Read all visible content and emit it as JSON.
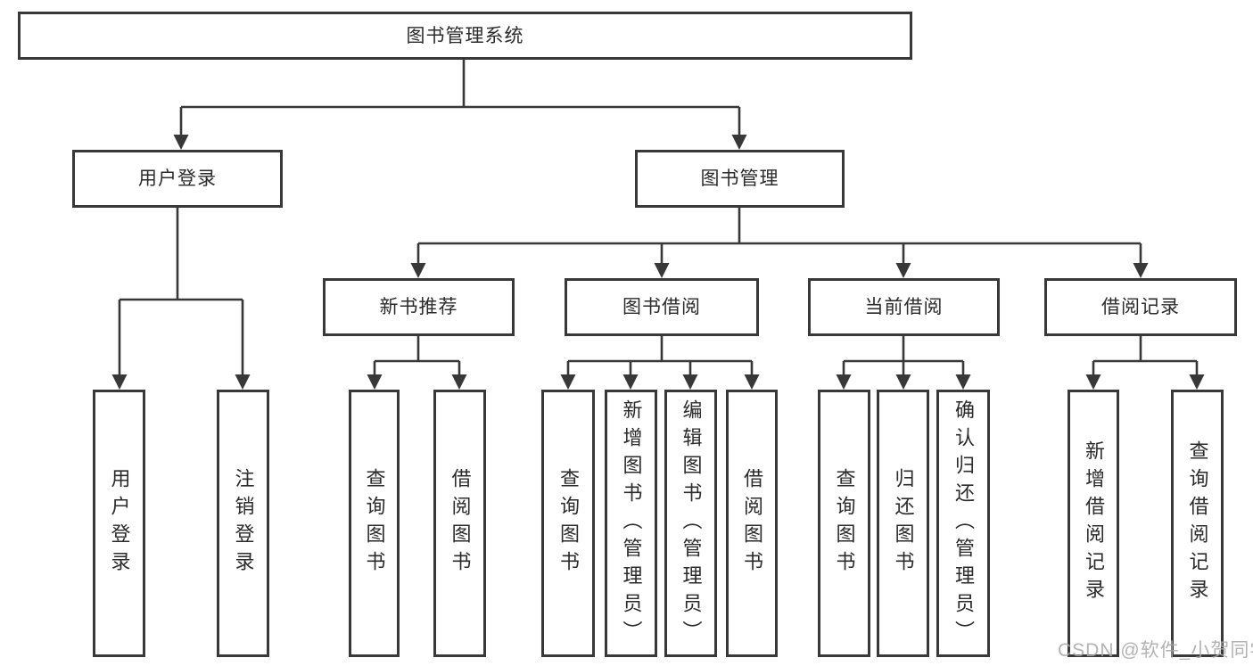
{
  "diagram": {
    "watermark": "CSDN @软件_小贺同学",
    "colors": {
      "line": "#383838",
      "box_border": "#383838",
      "text": "#2b2b2b",
      "watermark": "#a8a8a8",
      "background": "#ffffff"
    },
    "nodes": {
      "root": "图书管理系统",
      "user_login": "用户登录",
      "book_mgmt": "图书管理",
      "new_book_rec": "新书推荐",
      "book_borrow": "图书借阅",
      "current_borrow": "当前借阅",
      "borrow_records": "借阅记录",
      "ul_login": "用户登录",
      "ul_logout": "注销登录",
      "nbr_query": "查询图书",
      "nbr_borrow": "借阅图书",
      "bb_query": "查询图书",
      "bb_add": "新增图书（管理员）",
      "bb_edit": "编辑图书（管理员）",
      "bb_borrow": "借阅图书",
      "cb_query": "查询图书",
      "cb_return": "归还图书",
      "cb_confirm": "确认归还（管理员）",
      "br_add": "新增借阅记录",
      "br_query": "查询借阅记录"
    },
    "tree": {
      "label": "图书管理系统",
      "children": [
        {
          "label": "用户登录",
          "children": [
            {
              "label": "用户登录"
            },
            {
              "label": "注销登录"
            }
          ]
        },
        {
          "label": "图书管理",
          "children": [
            {
              "label": "新书推荐",
              "children": [
                {
                  "label": "查询图书"
                },
                {
                  "label": "借阅图书"
                }
              ]
            },
            {
              "label": "图书借阅",
              "children": [
                {
                  "label": "查询图书"
                },
                {
                  "label": "新增图书（管理员）"
                },
                {
                  "label": "编辑图书（管理员）"
                },
                {
                  "label": "借阅图书"
                }
              ]
            },
            {
              "label": "当前借阅",
              "children": [
                {
                  "label": "查询图书"
                },
                {
                  "label": "归还图书"
                },
                {
                  "label": "确认归还（管理员）"
                }
              ]
            },
            {
              "label": "借阅记录",
              "children": [
                {
                  "label": "新增借阅记录"
                },
                {
                  "label": "查询借阅记录"
                }
              ]
            }
          ]
        }
      ]
    }
  }
}
